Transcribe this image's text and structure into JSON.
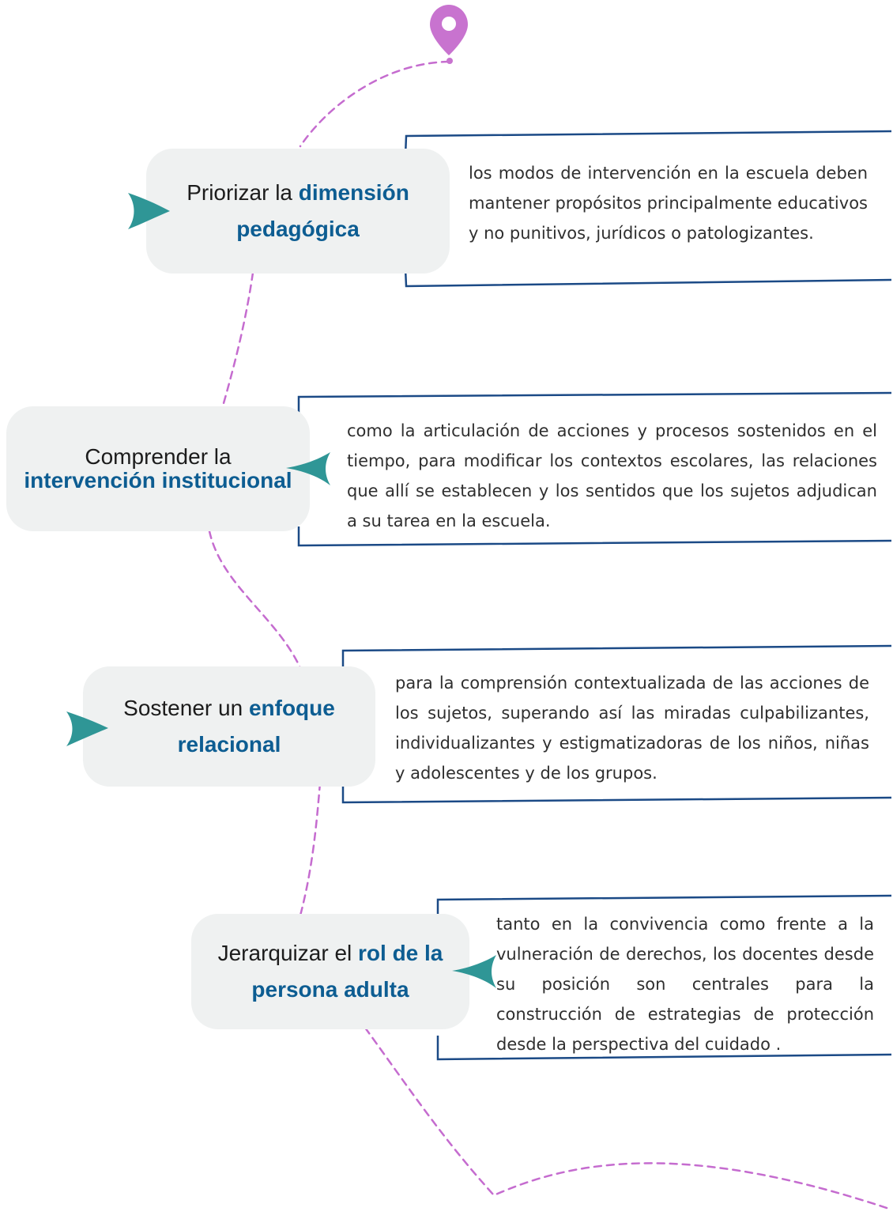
{
  "steps": [
    {
      "title_plain": "Priorizar la ",
      "title_highlight": "dimensión pedagógica",
      "description": "los modos de intervención en la escuela deben mantener propósitos principalmente educativos y no punitivos, jurídicos o patologizantes."
    },
    {
      "title_plain": "Comprender la",
      "title_highlight": "intervención institucional",
      "description": "como la articulación de acciones y procesos sostenidos en el tiempo, para modificar los contextos escolares, las relaciones que allí se establecen y los sentidos que los sujetos adjudican a su tarea en la escuela."
    },
    {
      "title_plain": "Sostener un ",
      "title_highlight": "enfoque relacional",
      "description": "para la comprensión contextualizada de las acciones de los sujetos, superando así las miradas culpabilizantes, individualizantes y estigmatizadoras de los niños, niñas y adolescentes y de los grupos."
    },
    {
      "title_plain": "Jerarquizar el ",
      "title_highlight": "rol de la persona adulta",
      "description": "tanto en la convivencia como frente a la vulneración de derechos, los docentes desde su posición son centrales para la construcción de estrategias de protección desde la perspectiva del cuidado ."
    }
  ],
  "colors": {
    "path": "#c56ccf",
    "pin": "#c873cf",
    "arrow": "#2f9696",
    "highlight": "#0d5d92",
    "pill_bg": "#eff1f1",
    "frame": "#1b4a86"
  },
  "icons": {
    "pin": "map-pin-icon",
    "arrow": "pointer-arrow-icon"
  }
}
